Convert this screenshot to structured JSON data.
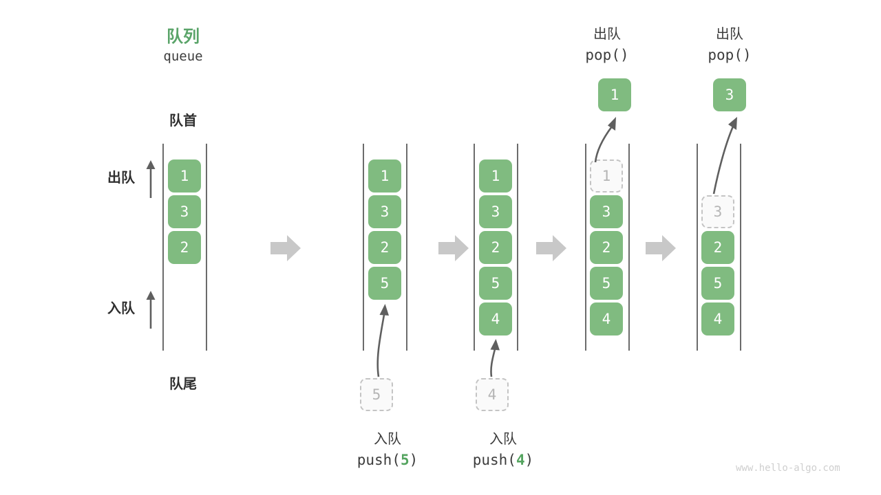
{
  "header": {
    "title_cn": "队列",
    "title_en": "queue",
    "front_label": "队首",
    "rear_label": "队尾",
    "dequeue_label": "出队",
    "enqueue_label": "入队",
    "accent_color": "#5aa469",
    "cell_color": "#80bb80",
    "ghost_color": "#fafafa"
  },
  "watermark": "www.hello-algo.com",
  "columns": [
    {
      "name": "initial-queue",
      "cells": [
        {
          "value": "1",
          "state": "filled"
        },
        {
          "value": "3",
          "state": "filled"
        },
        {
          "value": "2",
          "state": "filled"
        }
      ]
    },
    {
      "name": "after-push-5",
      "cells": [
        {
          "value": "1",
          "state": "filled"
        },
        {
          "value": "3",
          "state": "filled"
        },
        {
          "value": "2",
          "state": "filled"
        },
        {
          "value": "5",
          "state": "filled"
        }
      ],
      "incoming": {
        "value": "5",
        "state": "ghost"
      },
      "op_cn": "入队",
      "op_code_prefix": "push(",
      "op_code_arg": "5",
      "op_code_suffix": ")"
    },
    {
      "name": "after-push-4",
      "cells": [
        {
          "value": "1",
          "state": "filled"
        },
        {
          "value": "3",
          "state": "filled"
        },
        {
          "value": "2",
          "state": "filled"
        },
        {
          "value": "5",
          "state": "filled"
        },
        {
          "value": "4",
          "state": "filled"
        }
      ],
      "incoming": {
        "value": "4",
        "state": "ghost"
      },
      "op_cn": "入队",
      "op_code_prefix": "push(",
      "op_code_arg": "4",
      "op_code_suffix": ")"
    },
    {
      "name": "after-pop-1",
      "cells": [
        {
          "value": "1",
          "state": "ghost"
        },
        {
          "value": "3",
          "state": "filled"
        },
        {
          "value": "2",
          "state": "filled"
        },
        {
          "value": "5",
          "state": "filled"
        },
        {
          "value": "4",
          "state": "filled"
        }
      ],
      "popped": {
        "value": "1",
        "state": "filled"
      },
      "op_cn": "出队",
      "op_code": "pop()"
    },
    {
      "name": "after-pop-3",
      "cells": [
        {
          "value": "",
          "state": "empty"
        },
        {
          "value": "3",
          "state": "ghost"
        },
        {
          "value": "2",
          "state": "filled"
        },
        {
          "value": "5",
          "state": "filled"
        },
        {
          "value": "4",
          "state": "filled"
        }
      ],
      "popped": {
        "value": "3",
        "state": "filled"
      },
      "op_cn": "出队",
      "op_code": "pop()"
    }
  ]
}
